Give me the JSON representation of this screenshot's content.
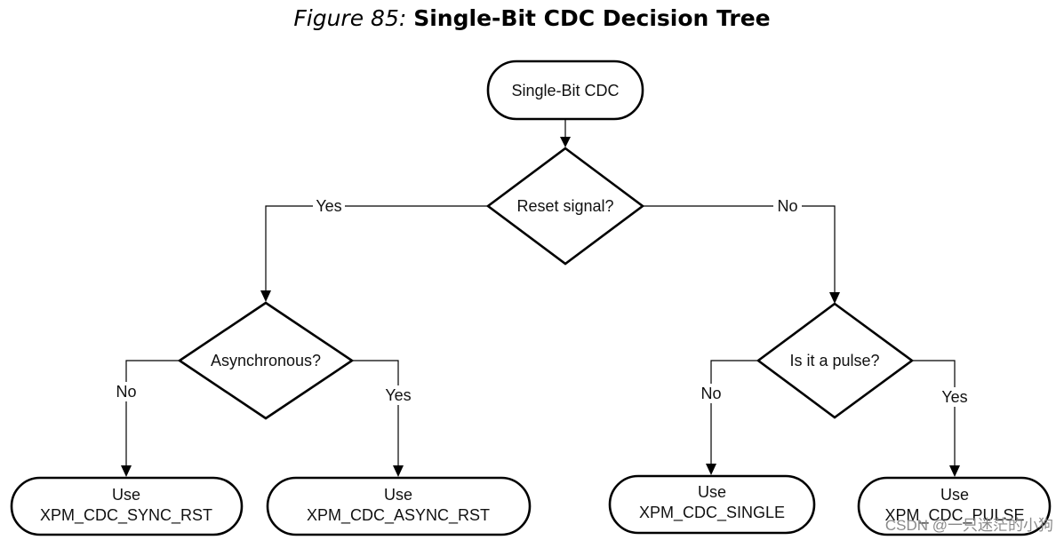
{
  "figure": {
    "number": "Figure 85:",
    "name": "Single-Bit CDC Decision Tree"
  },
  "nodes": {
    "start": "Single-Bit CDC",
    "reset_q": "Reset signal?",
    "async_q": "Asynchronous?",
    "pulse_q": "Is it a pulse?",
    "sync_rst": {
      "line1": "Use",
      "line2": "XPM_CDC_SYNC_RST"
    },
    "async_rst": {
      "line1": "Use",
      "line2": "XPM_CDC_ASYNC_RST"
    },
    "single": {
      "line1": "Use",
      "line2": "XPM_CDC_SINGLE"
    },
    "pulse": {
      "line1": "Use",
      "line2": "XPM_CDC_PULSE"
    }
  },
  "edges": {
    "reset_yes": "Yes",
    "reset_no": "No",
    "async_no": "No",
    "async_yes": "Yes",
    "pulse_no": "No",
    "pulse_yes": "Yes"
  },
  "watermark": "CSDN @一只迷茫的小狗"
}
